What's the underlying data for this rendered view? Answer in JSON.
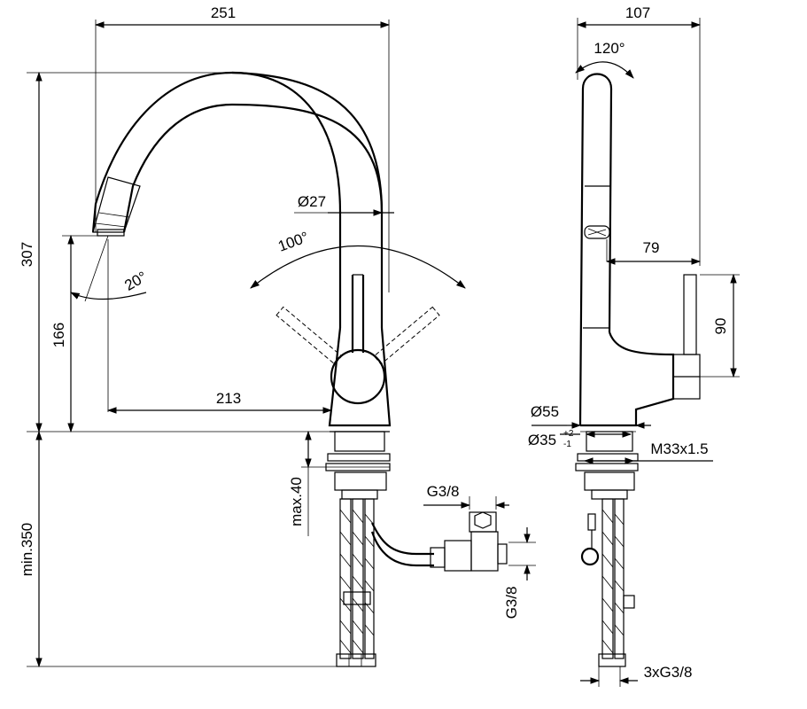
{
  "dimensions": {
    "overall_width": "251",
    "side_width": "107",
    "overall_height": "307",
    "spout_height": "166",
    "spout_reach": "213",
    "body_diameter": "Ø27",
    "lever_angle": "100°",
    "spout_angle": "20°",
    "swivel_angle": "120°",
    "handle_offset": "79",
    "handle_height": "90",
    "base_diameter": "Ø55",
    "hole_diameter": "Ø35",
    "hole_tol_plus": "+2",
    "hole_tol_minus": "-1",
    "thread": "M33x1.5",
    "max_thickness": "max.40",
    "min_hose": "min.350",
    "connection_top": "G3/8",
    "connection_side": "G3/8",
    "hose_connections": "3xG3/8"
  }
}
